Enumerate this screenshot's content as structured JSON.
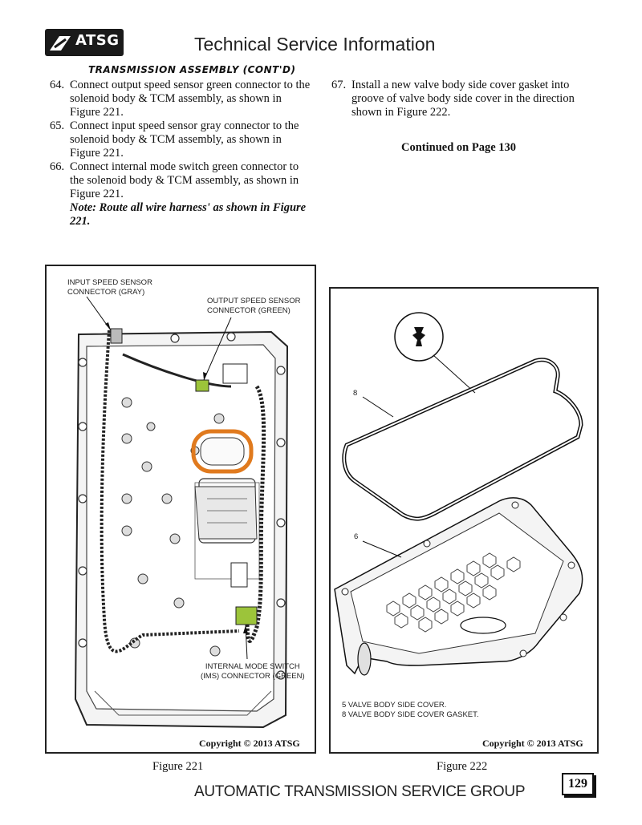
{
  "header": {
    "logo_text": "ATSG",
    "title": "Technical Service Information",
    "section": "TRANSMISSION ASSEMBLY (CONT'D)"
  },
  "steps_left": [
    {
      "num": "64.",
      "text": "Connect output speed sensor green connector to the solenoid body & TCM assembly, as shown in Figure 221."
    },
    {
      "num": "65.",
      "text": "Connect input speed sensor gray connector to the solenoid body & TCM assembly, as shown in Figure 221."
    },
    {
      "num": "66.",
      "text": "Connect internal mode switch green connector to the solenoid body & TCM assembly, as shown in Figure 221."
    }
  ],
  "note": "Note: Route all wire harness' as shown in Figure 221.",
  "steps_right": [
    {
      "num": "67.",
      "text": "Install a new valve body side cover gasket into groove of valve body side cover in the direction shown in Figure 222."
    }
  ],
  "continued": "Continued on Page 130",
  "figure221": {
    "label_input": [
      "INPUT SPEED SENSOR",
      "CONNECTOR (GRAY)"
    ],
    "label_output": [
      "OUTPUT SPEED SENSOR",
      "CONNECTOR (GREEN)"
    ],
    "label_ims": [
      "INTERNAL MODE SWITCH",
      "(IMS) CONNECTOR (GREEN)"
    ],
    "copyright": "Copyright © 2013 ATSG",
    "caption": "Figure 221"
  },
  "figure222": {
    "callout_8": "8",
    "callout_6": "6",
    "legend": [
      "5  VALVE BODY SIDE COVER.",
      "8  VALVE BODY SIDE COVER GASKET."
    ],
    "copyright": "Copyright © 2013 ATSG",
    "caption": "Figure 222"
  },
  "footer": {
    "text": "AUTOMATIC TRANSMISSION SERVICE GROUP",
    "page": "129"
  },
  "colors": {
    "connector_green": "#9cc43a",
    "seal_orange": "#e07a1e",
    "ink": "#111111"
  }
}
